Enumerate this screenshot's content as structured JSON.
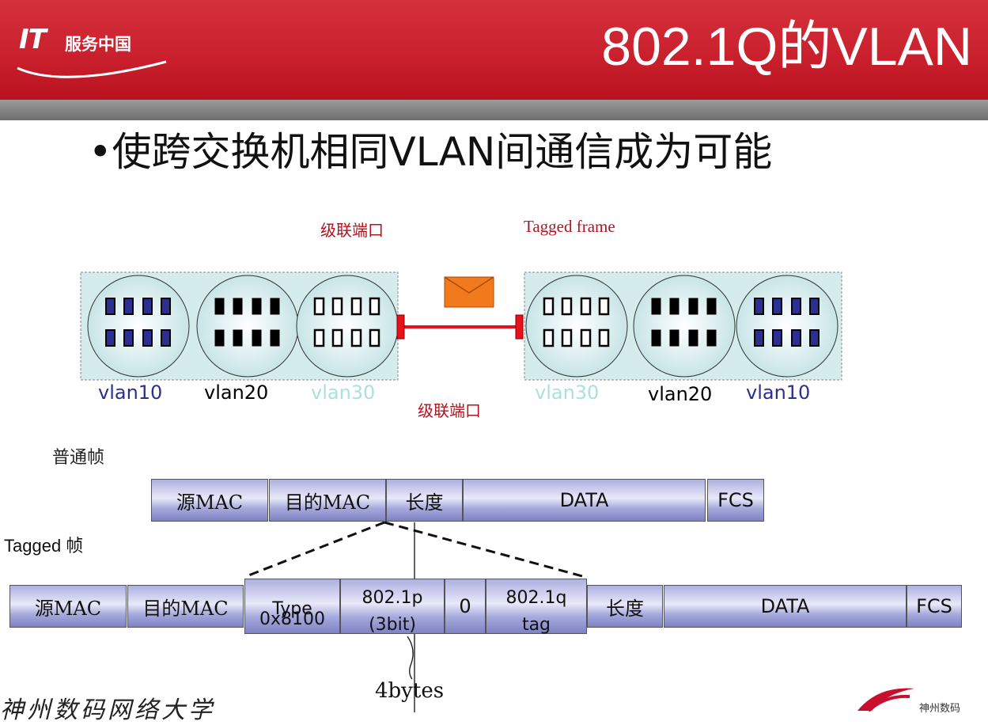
{
  "header": {
    "logo_mark": "IT",
    "logo_text": "服务中国",
    "title": "802.1Q的VLAN"
  },
  "bullet": "•使跨交换机相同VLAN间通信成为可能",
  "labels": {
    "cascade_port_top": "级联端口",
    "cascade_port_bottom": "级联端口",
    "tagged_frame": "Tagged  frame",
    "normal_frame": "普通帧",
    "tagged_frame_cn": "Tagged 帧",
    "four_bytes": "4bytes"
  },
  "left_switch": {
    "vlans": [
      {
        "name": "vlan10",
        "color": "#2c2f92"
      },
      {
        "name": "vlan20",
        "color": "#000000"
      },
      {
        "name": "vlan30",
        "color": "#a9e2dc"
      }
    ]
  },
  "right_switch": {
    "vlans": [
      {
        "name": "vlan30",
        "color": "#a9e2dc"
      },
      {
        "name": "vlan20",
        "color": "#000000"
      },
      {
        "name": "vlan10",
        "color": "#2c2f92"
      }
    ]
  },
  "normal_frame_fields": [
    "源MAC",
    "目的MAC",
    "长度",
    "DATA",
    "FCS"
  ],
  "tagged_frame_fields": {
    "src_mac": "源MAC",
    "dst_mac": "目的MAC",
    "type_label": "Type",
    "type_value": "0x8100",
    "p_label": "802.1p",
    "p_bits": "(3bit)",
    "zero": "0",
    "q_label": "802.1q",
    "q_sub": "tag",
    "length": "长度",
    "data": "DATA",
    "fcs": "FCS"
  },
  "footer": {
    "brand": "神州数码网络大学",
    "logo_text": "神州数码"
  },
  "colors": {
    "header_red": "#c91f2c",
    "envelope": "#f07a1c",
    "link_red": "#e8101a"
  }
}
